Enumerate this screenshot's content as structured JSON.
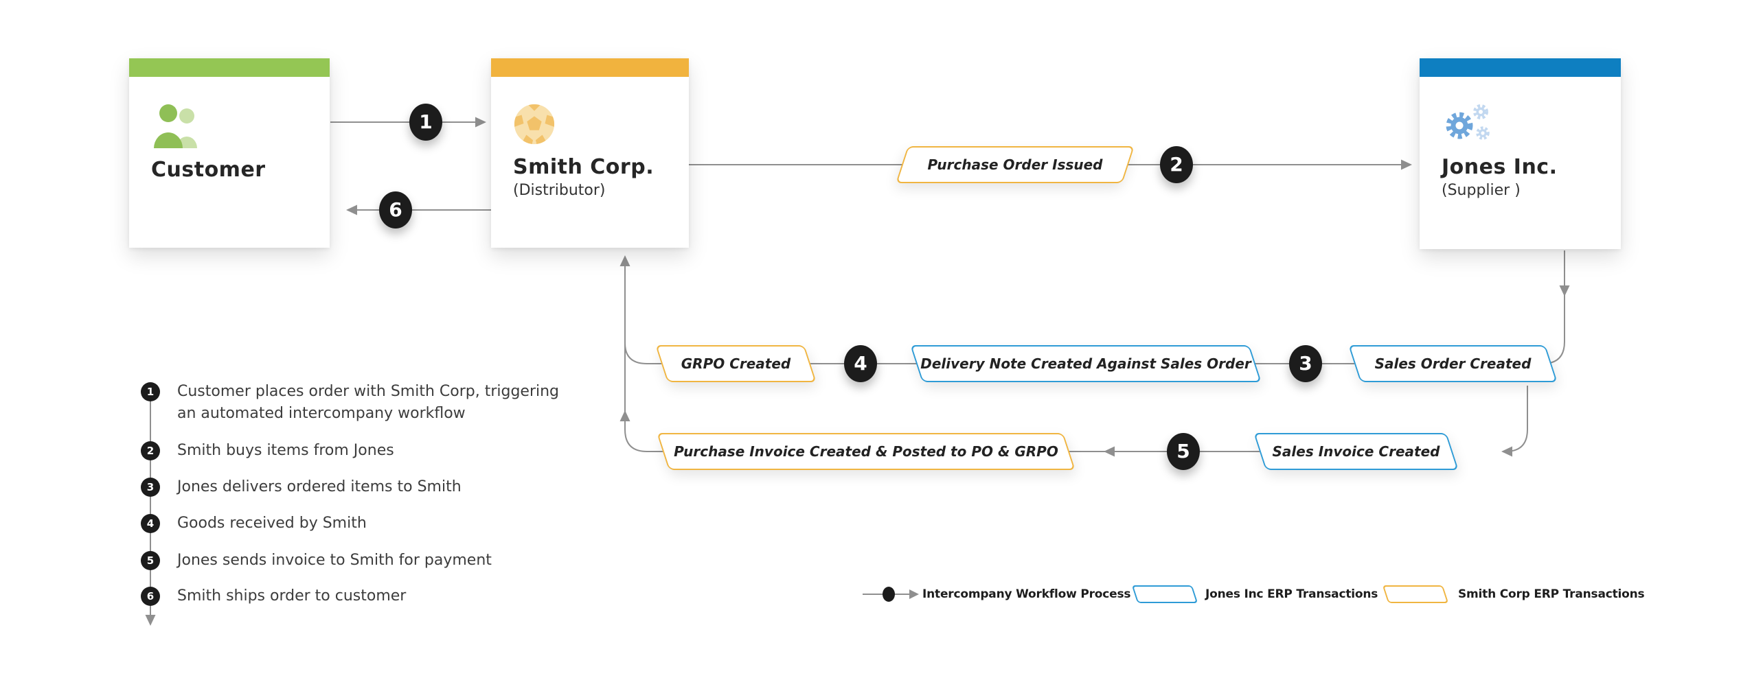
{
  "entities": {
    "customer": {
      "title": "Customer"
    },
    "smith": {
      "title": "Smith Corp.",
      "subtitle": "(Distributor)"
    },
    "jones": {
      "title": "Jones Inc.",
      "subtitle": "(Supplier )"
    }
  },
  "flow": {
    "po": {
      "label": "Purchase Order Issued"
    },
    "grpo": {
      "label": "GRPO Created"
    },
    "delivery": {
      "label": "Delivery Note Created Against Sales Order"
    },
    "sales_order": {
      "label": "Sales Order Created"
    },
    "purchase_invoice": {
      "label": "Purchase Invoice Created & Posted to PO & GRPO"
    },
    "sales_invoice": {
      "label": "Sales Invoice Created"
    }
  },
  "badges": [
    "1",
    "2",
    "3",
    "4",
    "5",
    "6"
  ],
  "steps": [
    {
      "num": "1",
      "text": "Customer places order with Smith Corp, triggering an automated intercompany workflow"
    },
    {
      "num": "2",
      "text": "Smith buys items from Jones"
    },
    {
      "num": "3",
      "text": "Jones delivers ordered items to Smith"
    },
    {
      "num": "4",
      "text": "Goods received by Smith"
    },
    {
      "num": "5",
      "text": "Jones sends invoice to Smith for payment"
    },
    {
      "num": "6",
      "text": "Smith ships order to customer"
    }
  ],
  "legend": {
    "workflow": {
      "label": "Intercompany Workflow Process"
    },
    "jones_erp": {
      "label": "Jones Inc ERP Transactions"
    },
    "smith_erp": {
      "label": "Smith Corp ERP Transactions"
    }
  },
  "colors": {
    "green": "#94C654",
    "orange": "#F1B33E",
    "blue": "#0E7FC1",
    "blue_outline": "#2E9BD6",
    "orange_outline": "#F0B541",
    "line": "#8F8F8F",
    "badge": "#1C1C1C",
    "text_dark": "#262626",
    "text_body": "#3C3C3C",
    "icon_green": "#8FBF56",
    "icon_green_light": "#C9E0A8",
    "ball_light": "#F8E0AC",
    "ball_mid": "#F2C26A",
    "gear_blue": "#6FA6DB",
    "gear_blue_light": "#C2D8F0"
  }
}
